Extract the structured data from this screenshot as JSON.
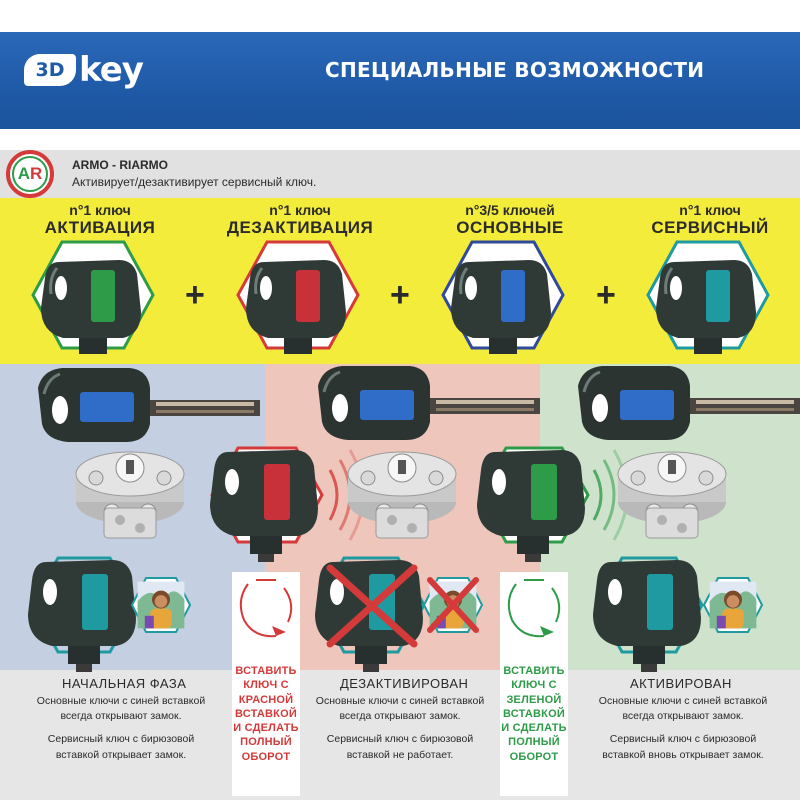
{
  "header": {
    "logo_3d": "3D",
    "logo_key": "key",
    "title": "СПЕЦИАЛЬНЫЕ ВОЗМОЖНОСТИ"
  },
  "ar": {
    "badge_a": "A",
    "badge_r": "R",
    "title": "ARMO - RIARMO",
    "subtitle": "Активирует/дезактивирует сервисный ключ."
  },
  "keys_row": [
    {
      "count": "n°1 ключ",
      "label": "АКТИВАЦИЯ",
      "color": "#2e9b48"
    },
    {
      "count": "n°1 ключ",
      "label": "ДЕЗАКТИВАЦИЯ",
      "color": "#d43a3a"
    },
    {
      "count": "n°3/5 ключей",
      "label": "ОСНОВНЫЕ",
      "color": "#2f6dc8"
    },
    {
      "count": "n°1 ключ",
      "label": "СЕРВИСНЫЙ",
      "color": "#1f9aa0"
    }
  ],
  "plus_sign": "+",
  "phases": [
    {
      "title": "НАЧАЛЬНАЯ ФАЗА",
      "desc1": "Основные ключи с синей вставкой",
      "desc2": "всегда открывают замок.",
      "desc3": "Сервисный ключ с  бирюзовой",
      "desc4": "вставкой открывает замок."
    },
    {
      "title": "ДЕЗАКТИВИРОВАН",
      "desc1": "Основные ключи с синей вставкой",
      "desc2": "всегда открывают замок.",
      "desc3": "Сервисный ключ с  бирюзовой",
      "desc4": "вставкой не работает."
    },
    {
      "title": "АКТИВИРОВАН",
      "desc1": "Основные ключи с синей вставкой",
      "desc2": "всегда открывают замок.",
      "desc3": "Сервисный ключ с  бирюзовой",
      "desc4": "вставкой вновь открывает замок."
    }
  ],
  "instructions": {
    "red": [
      "ВСТАВИТЬ",
      "КЛЮЧ С",
      "КРАСНОЙ",
      "ВСТАВКОЙ",
      "И СДЕЛАТЬ",
      "ПОЛНЫЙ",
      "ОБОРОТ"
    ],
    "green": [
      "ВСТАВИТЬ",
      "КЛЮЧ С",
      "ЗЕЛЕНОЙ",
      "ВСТАВКОЙ",
      "И СДЕЛАТЬ",
      "ПОЛНЫЙ",
      "ОБОРОТ"
    ]
  },
  "colors": {
    "blue_panel": "#c4d0e2",
    "red_panel": "#eec6bb",
    "green_panel": "#cfe3cc",
    "yellow_band": "#f4ec3a",
    "header_blue": "#1f5aa7"
  }
}
